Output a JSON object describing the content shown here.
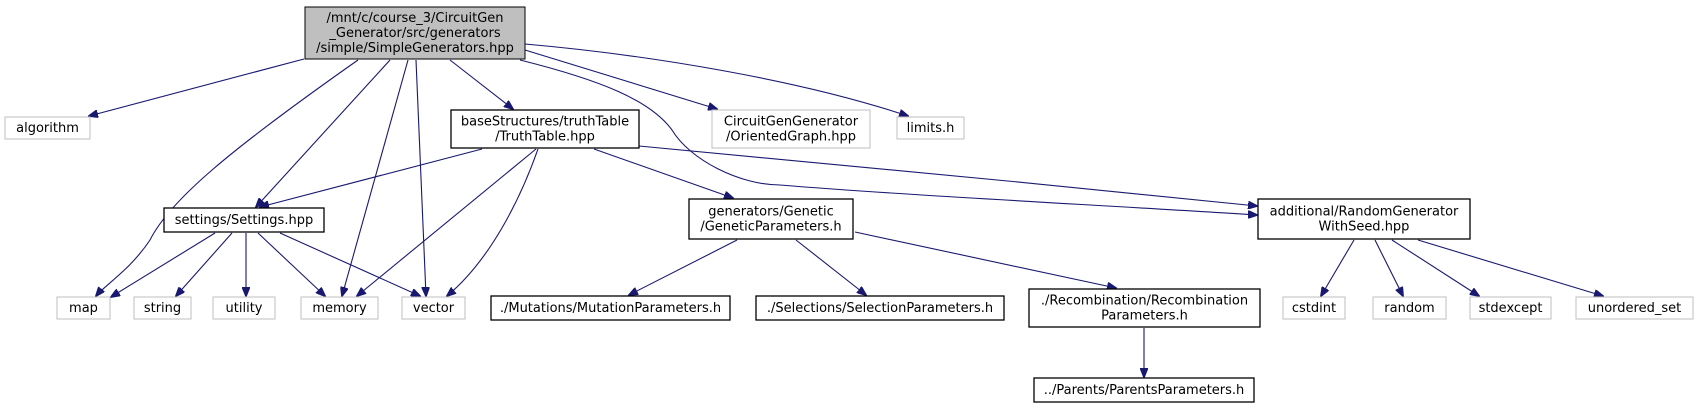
{
  "diagram": {
    "type": "include-dependency-graph",
    "colors": {
      "edge": "#191970",
      "root_fill": "#bfbfbf",
      "node_fill": "#ffffff",
      "node_border": "#000000",
      "external_border": "#bfbfbf",
      "text": "#000000"
    },
    "nodes": [
      {
        "id": "root",
        "lines": [
          "/mnt/c/course_3/CircuitGen",
          "_Generator/src/generators",
          "/simple/SimpleGenerators.hpp"
        ],
        "kind": "root"
      },
      {
        "id": "algorithm",
        "lines": [
          "algorithm"
        ],
        "kind": "external"
      },
      {
        "id": "truthtable",
        "lines": [
          "baseStructures/truthTable",
          "/TruthTable.hpp"
        ],
        "kind": "local"
      },
      {
        "id": "orientedgraph",
        "lines": [
          "CircuitGenGenerator",
          "/OrientedGraph.hpp"
        ],
        "kind": "external"
      },
      {
        "id": "limits",
        "lines": [
          "limits.h"
        ],
        "kind": "external"
      },
      {
        "id": "settings",
        "lines": [
          "settings/Settings.hpp"
        ],
        "kind": "local"
      },
      {
        "id": "geneticparams",
        "lines": [
          "generators/Genetic",
          "/GeneticParameters.h"
        ],
        "kind": "local"
      },
      {
        "id": "randomgen",
        "lines": [
          "additional/RandomGenerator",
          "WithSeed.hpp"
        ],
        "kind": "local"
      },
      {
        "id": "map",
        "lines": [
          "map"
        ],
        "kind": "external"
      },
      {
        "id": "string",
        "lines": [
          "string"
        ],
        "kind": "external"
      },
      {
        "id": "utility",
        "lines": [
          "utility"
        ],
        "kind": "external"
      },
      {
        "id": "memory",
        "lines": [
          "memory"
        ],
        "kind": "external"
      },
      {
        "id": "vector",
        "lines": [
          "vector"
        ],
        "kind": "external"
      },
      {
        "id": "mutations",
        "lines": [
          "./Mutations/MutationParameters.h"
        ],
        "kind": "local"
      },
      {
        "id": "selections",
        "lines": [
          "./Selections/SelectionParameters.h"
        ],
        "kind": "local"
      },
      {
        "id": "recombination",
        "lines": [
          "./Recombination/Recombination",
          "Parameters.h"
        ],
        "kind": "local"
      },
      {
        "id": "parents",
        "lines": [
          "../Parents/ParentsParameters.h"
        ],
        "kind": "local"
      },
      {
        "id": "cstdint",
        "lines": [
          "cstdint"
        ],
        "kind": "external"
      },
      {
        "id": "random",
        "lines": [
          "random"
        ],
        "kind": "external"
      },
      {
        "id": "stdexcept",
        "lines": [
          "stdexcept"
        ],
        "kind": "external"
      },
      {
        "id": "unordered_set",
        "lines": [
          "unordered_set"
        ],
        "kind": "external"
      }
    ],
    "edges": [
      {
        "from": "root",
        "to": "algorithm"
      },
      {
        "from": "root",
        "to": "map"
      },
      {
        "from": "root",
        "to": "settings"
      },
      {
        "from": "root",
        "to": "memory"
      },
      {
        "from": "root",
        "to": "vector"
      },
      {
        "from": "root",
        "to": "truthtable"
      },
      {
        "from": "root",
        "to": "randomgen"
      },
      {
        "from": "root",
        "to": "orientedgraph"
      },
      {
        "from": "root",
        "to": "limits"
      },
      {
        "from": "truthtable",
        "to": "settings"
      },
      {
        "from": "truthtable",
        "to": "memory"
      },
      {
        "from": "truthtable",
        "to": "vector"
      },
      {
        "from": "truthtable",
        "to": "geneticparams"
      },
      {
        "from": "truthtable",
        "to": "randomgen"
      },
      {
        "from": "settings",
        "to": "map"
      },
      {
        "from": "settings",
        "to": "string"
      },
      {
        "from": "settings",
        "to": "utility"
      },
      {
        "from": "settings",
        "to": "memory"
      },
      {
        "from": "settings",
        "to": "vector"
      },
      {
        "from": "geneticparams",
        "to": "mutations"
      },
      {
        "from": "geneticparams",
        "to": "selections"
      },
      {
        "from": "geneticparams",
        "to": "recombination"
      },
      {
        "from": "recombination",
        "to": "parents"
      },
      {
        "from": "randomgen",
        "to": "cstdint"
      },
      {
        "from": "randomgen",
        "to": "random"
      },
      {
        "from": "randomgen",
        "to": "stdexcept"
      },
      {
        "from": "randomgen",
        "to": "unordered_set"
      }
    ]
  }
}
